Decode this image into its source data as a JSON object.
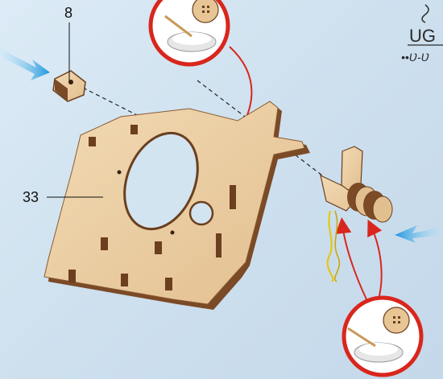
{
  "callouts": {
    "part_top": "8",
    "part_left": "33"
  },
  "brand": {
    "logo_text": "UG",
    "tagline": "••Ʋ-Ʋ"
  },
  "colors": {
    "background": "#d3e4f1",
    "wood": "#e9cba0",
    "wood_edge": "#6b3f1f",
    "guide_arrow": "#d9261c",
    "push_arrow": "#2aa0e0",
    "inset_ring": "#d9261c",
    "glue_string": "#e8c400"
  },
  "icons": [
    "glue-inset-top",
    "glue-inset-bottom",
    "blue-push-arrow-left",
    "blue-push-arrow-right",
    "red-guide-arrow"
  ]
}
